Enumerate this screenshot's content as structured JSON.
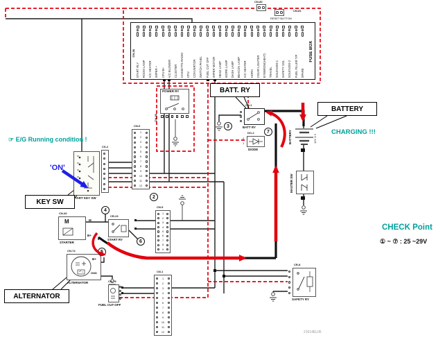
{
  "colors": {
    "wire_black": "#1c1c1c",
    "wire_red": "#E3000F",
    "accent_teal": "#00A09A",
    "accent_blue": "#1F1FE8"
  },
  "reset": {
    "cn80": "CN-80",
    "cn81": "CN-81",
    "label": "RESET BUTTON"
  },
  "fuse_box": {
    "connector": "CN-36",
    "label": "FUSE BOX",
    "fuses": [
      "START RLY",
      "ROOM LAMP",
      "A/C HEATER",
      "WIPER +",
      "CPU B+",
      "A/C BLOWER",
      "CLUSTER",
      "CASSETTE RADIO",
      "CPU",
      "CONVERTOR",
      "SWITCH PANEL",
      "FUEL CUT OFF",
      "WIPER MOTOR",
      "HEAD LAMP",
      "WORK LAMP",
      "DASH LAMP",
      "BEACON LAMP",
      "A/C HEATER",
      "HORN",
      "CIGAR LIGHTER",
      "EYEBROW(HEAT)",
      "TRAVEL",
      "SOLENOID-1",
      "SAFETY SOL",
      "SOLENOID-2",
      "FUEL FILLER T/P",
      "SPARE"
    ]
  },
  "power_relay": {
    "label": "POWER RY",
    "connector": "CN-36"
  },
  "batt_relay": {
    "label": "BATT RY",
    "connector": "CR-1"
  },
  "diode": {
    "connector": "DO-2",
    "label": "DIODE",
    "pin_top": "2",
    "pin_bottom": "1"
  },
  "battery": {
    "side_label": "BATTERY",
    "rating": "12V X 2"
  },
  "master_switch": {
    "label": "MASTER SW"
  },
  "key_switch": {
    "label": "START KEY SW",
    "connector": "CS-2"
  },
  "connectors": {
    "cn6": {
      "label": "CN-6",
      "pins": [
        "1",
        "2",
        "3",
        "4",
        "5",
        "6",
        "7",
        "8",
        "9",
        "10",
        "11",
        "12"
      ]
    },
    "cn5": {
      "label": "CN-5",
      "pins": [
        "1",
        "2",
        "3",
        "4",
        "5",
        "6",
        "7",
        "8",
        "9"
      ]
    },
    "cn1": {
      "label": "CN-1",
      "pins": [
        "1",
        "2",
        "3",
        "4",
        "5",
        "6",
        "7",
        "8",
        "9",
        "10",
        "11",
        "12"
      ]
    }
  },
  "starter": {
    "connector": "CN-40",
    "label": "STARTER",
    "motor": "M",
    "terminal_m": "M",
    "terminal_b": "B+"
  },
  "start_relay": {
    "connector": "CR-23",
    "label": "START RY"
  },
  "alternator": {
    "connector": "CN-74",
    "label": "ALTERNATOR",
    "terminal_b": "B+",
    "terminal_gnd": "GND"
  },
  "fuel_cutoff": {
    "connector": "CN-78",
    "label": "FUEL CUT-OFF"
  },
  "safety_relay": {
    "connector": "CR-8",
    "label": "SAFETY RY"
  },
  "callouts": {
    "batt_ry": "BATT. RY",
    "battery": "BATTERY",
    "key_sw": "KEY SW",
    "alternator": "ALTERNATOR"
  },
  "annotations": {
    "running_condition": "☞ E/G Running condition !",
    "on_state": "'ON'",
    "charging": "CHARGING !!!",
    "check_point_title": "CHECK Point",
    "check_point_range": "① ~ ⑦ : 25 ~29V",
    "doc_number": "21614EL06"
  },
  "check_points": [
    "2",
    "3",
    "4",
    "5",
    "6",
    "7"
  ]
}
